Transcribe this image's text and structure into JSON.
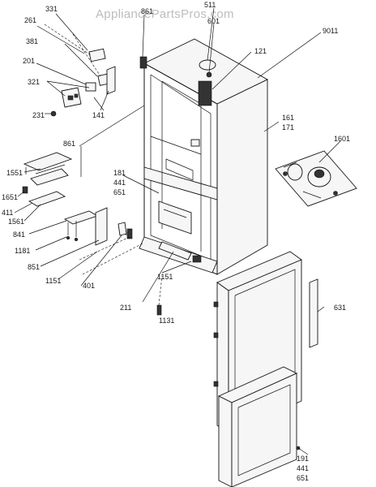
{
  "watermark": "AppliancePartsPros.com",
  "callouts": [
    {
      "id": "331",
      "text": "331"
    },
    {
      "id": "261",
      "text": "261"
    },
    {
      "id": "381",
      "text": "381"
    },
    {
      "id": "201",
      "text": "201"
    },
    {
      "id": "321",
      "text": "321"
    },
    {
      "id": "231",
      "text": "231"
    },
    {
      "id": "141",
      "text": "141"
    },
    {
      "id": "861a",
      "text": "861"
    },
    {
      "id": "511",
      "text": "511"
    },
    {
      "id": "601",
      "text": "601"
    },
    {
      "id": "9011",
      "text": "9011"
    },
    {
      "id": "121",
      "text": "121"
    },
    {
      "id": "161",
      "text": "161"
    },
    {
      "id": "171",
      "text": "171"
    },
    {
      "id": "1601",
      "text": "1601"
    },
    {
      "id": "861b",
      "text": "861"
    },
    {
      "id": "181",
      "text": "181"
    },
    {
      "id": "441a",
      "text": "441"
    },
    {
      "id": "651a",
      "text": "651"
    },
    {
      "id": "1551",
      "text": "1551"
    },
    {
      "id": "1651",
      "text": "1651"
    },
    {
      "id": "411",
      "text": "411"
    },
    {
      "id": "1561",
      "text": "1561"
    },
    {
      "id": "841",
      "text": "841"
    },
    {
      "id": "1181",
      "text": "1181"
    },
    {
      "id": "851",
      "text": "851"
    },
    {
      "id": "1151a",
      "text": "1151"
    },
    {
      "id": "401",
      "text": "401"
    },
    {
      "id": "1151b",
      "text": "1151"
    },
    {
      "id": "211",
      "text": "211"
    },
    {
      "id": "1131",
      "text": "1131"
    },
    {
      "id": "631",
      "text": "631"
    },
    {
      "id": "191",
      "text": "191"
    },
    {
      "id": "441b",
      "text": "441"
    },
    {
      "id": "651b",
      "text": "651"
    }
  ]
}
